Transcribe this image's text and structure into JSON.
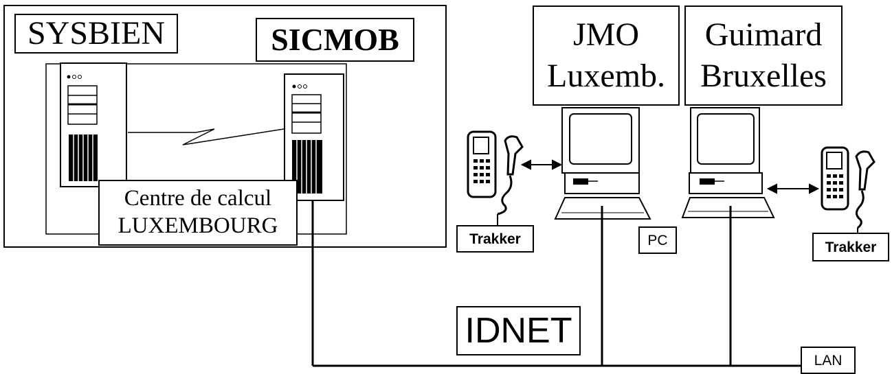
{
  "site_group": {
    "systems": [
      "SYSBIEN",
      "SICMOB"
    ],
    "center": [
      "Centre de calcul",
      "LUXEMBOURG"
    ]
  },
  "clients": [
    {
      "lines": [
        "JMO",
        "Luxemb."
      ]
    },
    {
      "lines": [
        "Guimard",
        "Bruxelles"
      ]
    }
  ],
  "labels": {
    "trakker_left": "Trakker",
    "trakker_right": "Trakker",
    "pc": "PC",
    "network": "IDNET",
    "lan": "LAN"
  }
}
